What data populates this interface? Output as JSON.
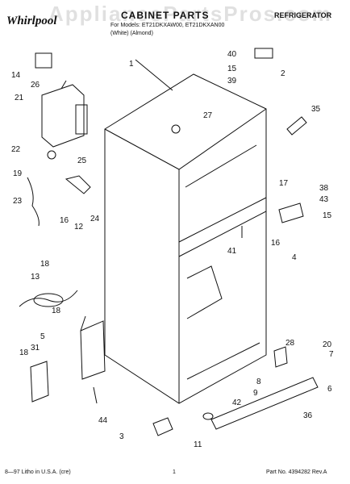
{
  "header": {
    "brand": "Whirlpool",
    "title": "CABINET PARTS",
    "category": "REFRIGERATOR",
    "model_line_1": "For Models: ET21DKXAW00, ET21DKXAN00",
    "model_line_2": "(White)          (Almond)",
    "watermark": "AppliancePartsPros.com"
  },
  "callouts": [
    "14",
    "26",
    "21",
    "22",
    "19",
    "25",
    "23",
    "16",
    "12",
    "24",
    "18",
    "13",
    "18",
    "5",
    "18",
    "31",
    "44",
    "40",
    "15",
    "39",
    "2",
    "1",
    "27",
    "35",
    "17",
    "38",
    "43",
    "15",
    "16",
    "4",
    "41",
    "28",
    "20",
    "7",
    "8",
    "9",
    "6",
    "42",
    "36",
    "3",
    "11"
  ],
  "footer": {
    "left": "8—97 Litho in U.S.A. (cre)",
    "center": "1",
    "right": "Part No. 4394282 Rev.A"
  }
}
